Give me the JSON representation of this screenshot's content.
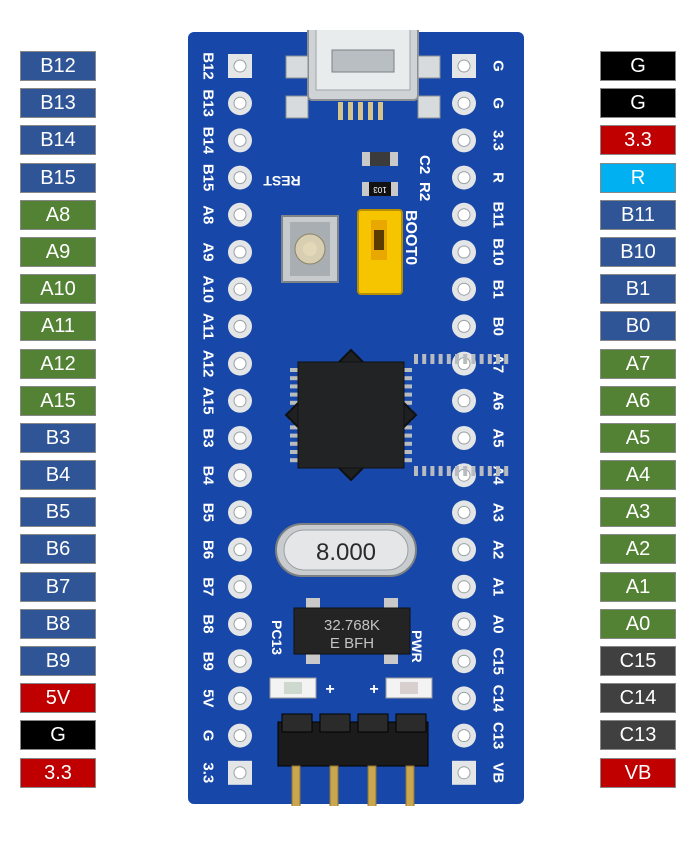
{
  "colors": {
    "blue": "#2f5597",
    "green": "#548235",
    "red": "#c00000",
    "black": "#000000",
    "gray": "#404040",
    "cyan": "#00b0f0",
    "board": "#1747a8"
  },
  "left_pins": [
    {
      "label": "B12",
      "kind": "blue"
    },
    {
      "label": "B13",
      "kind": "blue"
    },
    {
      "label": "B14",
      "kind": "blue"
    },
    {
      "label": "B15",
      "kind": "blue"
    },
    {
      "label": "A8",
      "kind": "green"
    },
    {
      "label": "A9",
      "kind": "green"
    },
    {
      "label": "A10",
      "kind": "green"
    },
    {
      "label": "A11",
      "kind": "green"
    },
    {
      "label": "A12",
      "kind": "green"
    },
    {
      "label": "A15",
      "kind": "green"
    },
    {
      "label": "B3",
      "kind": "blue"
    },
    {
      "label": "B4",
      "kind": "blue"
    },
    {
      "label": "B5",
      "kind": "blue"
    },
    {
      "label": "B6",
      "kind": "blue"
    },
    {
      "label": "B7",
      "kind": "blue"
    },
    {
      "label": "B8",
      "kind": "blue"
    },
    {
      "label": "B9",
      "kind": "blue"
    },
    {
      "label": "5V",
      "kind": "red"
    },
    {
      "label": "G",
      "kind": "black"
    },
    {
      "label": "3.3",
      "kind": "red"
    }
  ],
  "right_pins": [
    {
      "label": "G",
      "kind": "black"
    },
    {
      "label": "G",
      "kind": "black"
    },
    {
      "label": "3.3",
      "kind": "red"
    },
    {
      "label": "R",
      "kind": "cyan"
    },
    {
      "label": "B11",
      "kind": "blue"
    },
    {
      "label": "B10",
      "kind": "blue"
    },
    {
      "label": "B1",
      "kind": "blue"
    },
    {
      "label": "B0",
      "kind": "blue"
    },
    {
      "label": "A7",
      "kind": "green"
    },
    {
      "label": "A6",
      "kind": "green"
    },
    {
      "label": "A5",
      "kind": "green"
    },
    {
      "label": "A4",
      "kind": "green"
    },
    {
      "label": "A3",
      "kind": "green"
    },
    {
      "label": "A2",
      "kind": "green"
    },
    {
      "label": "A1",
      "kind": "green"
    },
    {
      "label": "A0",
      "kind": "green"
    },
    {
      "label": "C15",
      "kind": "gray"
    },
    {
      "label": "C14",
      "kind": "gray"
    },
    {
      "label": "C13",
      "kind": "gray"
    },
    {
      "label": "VB",
      "kind": "red"
    }
  ],
  "board": {
    "left_silk": [
      "B12",
      "B13",
      "B14",
      "B15",
      "A8",
      "A9",
      "A10",
      "A11",
      "A12",
      "A15",
      "B3",
      "B4",
      "B5",
      "B6",
      "B7",
      "B8",
      "B9",
      "5V",
      "G",
      "3.3"
    ],
    "right_silk": [
      "G",
      "G",
      "3.3",
      "R",
      "B11",
      "B10",
      "B1",
      "B0",
      "A7",
      "A6",
      "A5",
      "A4",
      "A3",
      "A2",
      "A1",
      "A0",
      "C15",
      "C14",
      "C13",
      "VB"
    ],
    "reset_label": "REST",
    "c2_label": "C2",
    "r2_label": "R2",
    "boot_label": "BOOT0",
    "resistor_code": "103",
    "crystal_label": "8.000",
    "rtc_crystal_line1": "32.768K",
    "rtc_crystal_line2": "E BFH",
    "pc13_label": "PC13",
    "pwr_label": "PWR",
    "plus_label": "+"
  }
}
